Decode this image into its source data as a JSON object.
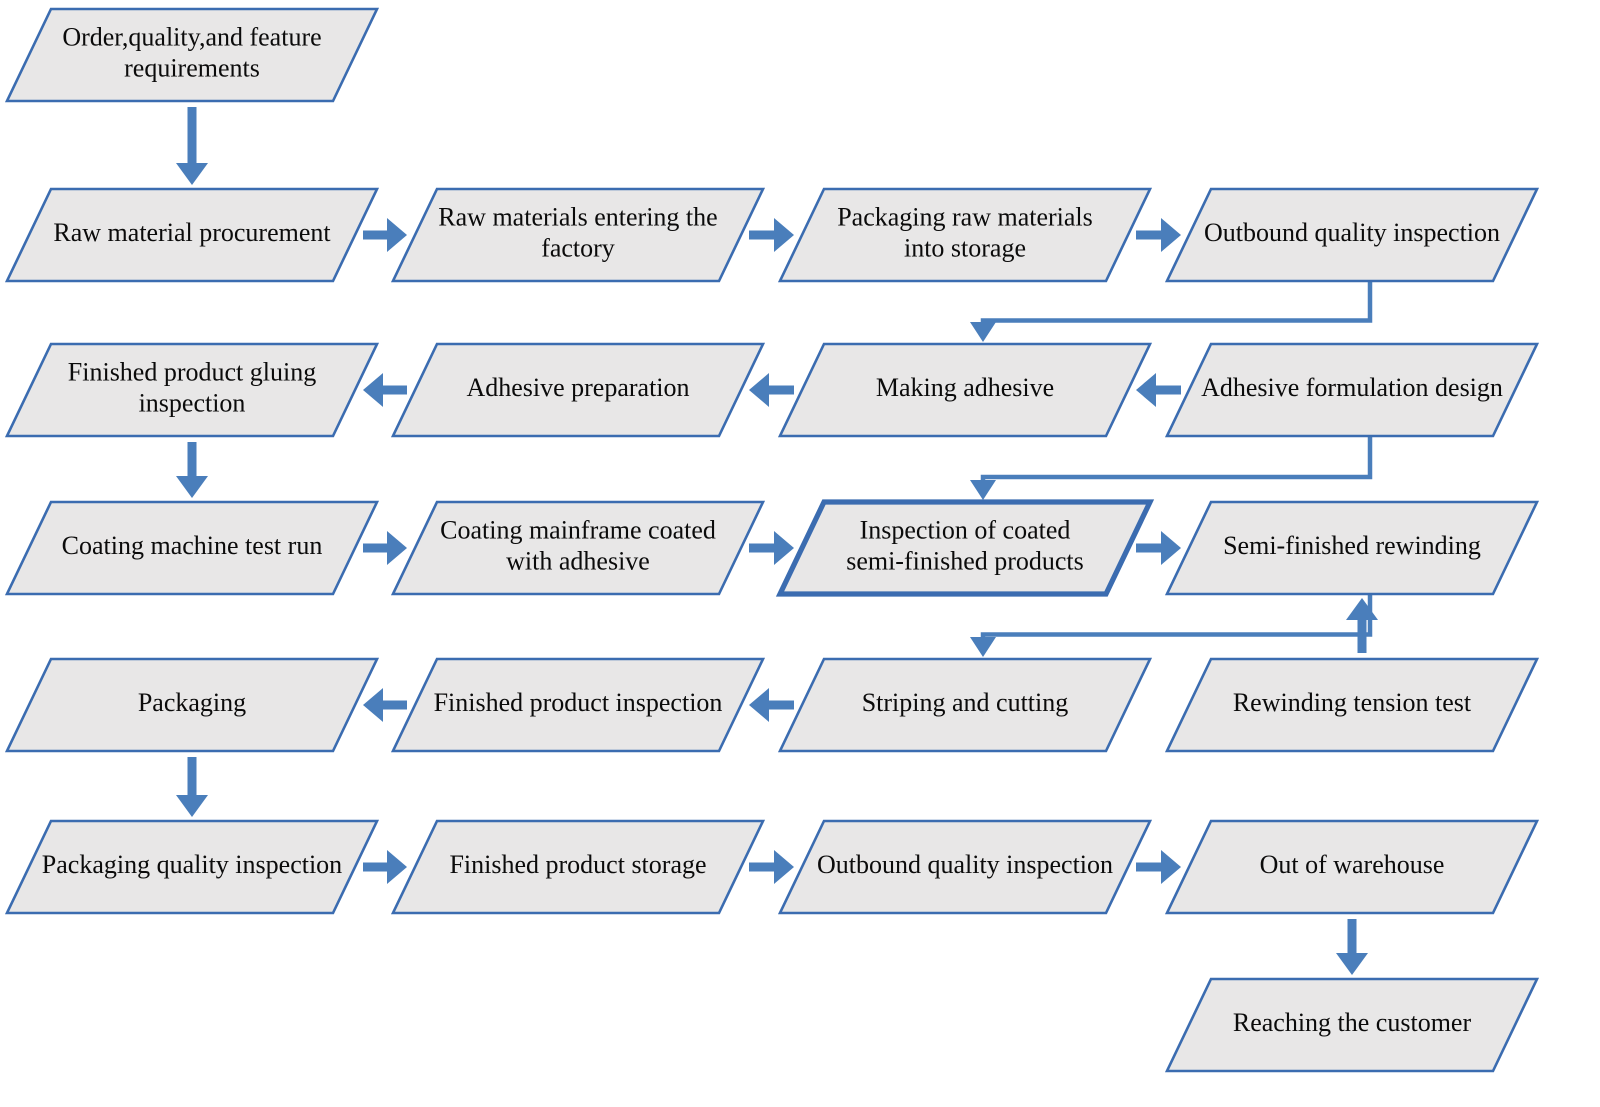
{
  "diagram": {
    "title": "Adhesive tape production process flowchart",
    "colors": {
      "node_fill": "#E8E7E7",
      "node_border": "#3B6CB0",
      "connector": "#4A7EBB",
      "text": "#0b0b0b",
      "background": "#FFFFFF"
    },
    "shape_type": "parallelogram",
    "nodes": [
      {
        "id": "n1",
        "label": "Order,quality,and feature requirements",
        "lines": [
          "Order,quality,and feature",
          "requirements"
        ],
        "row": 1,
        "col": 1,
        "emphasis": false
      },
      {
        "id": "n2",
        "label": "Raw material procurement",
        "lines": [
          "Raw material procurement"
        ],
        "row": 2,
        "col": 1,
        "emphasis": false
      },
      {
        "id": "n3",
        "label": "Raw materials entering the factory",
        "lines": [
          "Raw materials entering the",
          "factory"
        ],
        "row": 2,
        "col": 2,
        "emphasis": false
      },
      {
        "id": "n4",
        "label": "Packaging raw materials into storage",
        "lines": [
          "Packaging raw materials",
          "into storage"
        ],
        "row": 2,
        "col": 3,
        "emphasis": false
      },
      {
        "id": "n5",
        "label": "Outbound quality inspection",
        "lines": [
          "Outbound quality inspection"
        ],
        "row": 2,
        "col": 4,
        "emphasis": false
      },
      {
        "id": "n6",
        "label": "Finished product gluing inspection",
        "lines": [
          "Finished product gluing",
          "inspection"
        ],
        "row": 3,
        "col": 1,
        "emphasis": false
      },
      {
        "id": "n7",
        "label": "Adhesive preparation",
        "lines": [
          "Adhesive preparation"
        ],
        "row": 3,
        "col": 2,
        "emphasis": false
      },
      {
        "id": "n8",
        "label": "Making adhesive",
        "lines": [
          "Making adhesive"
        ],
        "row": 3,
        "col": 3,
        "emphasis": false
      },
      {
        "id": "n9",
        "label": "Adhesive formulation design",
        "lines": [
          "Adhesive formulation design"
        ],
        "row": 3,
        "col": 4,
        "emphasis": false
      },
      {
        "id": "n10",
        "label": "Coating machine test run",
        "lines": [
          "Coating machine test run"
        ],
        "row": 4,
        "col": 1,
        "emphasis": false
      },
      {
        "id": "n11",
        "label": "Coating mainframe coated with adhesive",
        "lines": [
          "Coating mainframe coated",
          "with adhesive"
        ],
        "row": 4,
        "col": 2,
        "emphasis": false
      },
      {
        "id": "n12",
        "label": "Inspection of coated semi-finished products",
        "lines": [
          "Inspection of coated",
          "semi-finished products"
        ],
        "row": 4,
        "col": 3,
        "emphasis": true
      },
      {
        "id": "n13",
        "label": "Semi-finished rewinding",
        "lines": [
          "Semi-finished rewinding"
        ],
        "row": 4,
        "col": 4,
        "emphasis": false
      },
      {
        "id": "n14",
        "label": "Packaging",
        "lines": [
          "Packaging"
        ],
        "row": 5,
        "col": 1,
        "emphasis": false
      },
      {
        "id": "n15",
        "label": "Finished product inspection",
        "lines": [
          "Finished product inspection"
        ],
        "row": 5,
        "col": 2,
        "emphasis": false
      },
      {
        "id": "n16",
        "label": "Striping and cutting",
        "lines": [
          "Striping and cutting"
        ],
        "row": 5,
        "col": 3,
        "emphasis": false
      },
      {
        "id": "n17",
        "label": "Rewinding tension test",
        "lines": [
          "Rewinding tension test"
        ],
        "row": 5,
        "col": 4,
        "emphasis": false
      },
      {
        "id": "n18",
        "label": "Packaging quality inspection",
        "lines": [
          "Packaging quality inspection"
        ],
        "row": 6,
        "col": 1,
        "emphasis": false
      },
      {
        "id": "n19",
        "label": "Finished product storage",
        "lines": [
          "Finished product storage"
        ],
        "row": 6,
        "col": 2,
        "emphasis": false
      },
      {
        "id": "n20",
        "label": "Outbound quality inspection",
        "lines": [
          "Outbound quality inspection"
        ],
        "row": 6,
        "col": 3,
        "emphasis": false
      },
      {
        "id": "n21",
        "label": "Out of warehouse",
        "lines": [
          "Out of warehouse"
        ],
        "row": 6,
        "col": 4,
        "emphasis": false
      },
      {
        "id": "n22",
        "label": "Reaching the customer",
        "lines": [
          "Reaching the customer"
        ],
        "row": 7,
        "col": 4,
        "emphasis": false
      }
    ],
    "edges": [
      {
        "from": "n1",
        "to": "n2",
        "kind": "vertical-down"
      },
      {
        "from": "n2",
        "to": "n3",
        "kind": "horizontal-right"
      },
      {
        "from": "n3",
        "to": "n4",
        "kind": "horizontal-right"
      },
      {
        "from": "n4",
        "to": "n5",
        "kind": "horizontal-right"
      },
      {
        "from": "n5",
        "to": "n8",
        "kind": "elbow-down-left"
      },
      {
        "from": "n9",
        "to": "n8",
        "kind": "horizontal-left"
      },
      {
        "from": "n8",
        "to": "n7",
        "kind": "horizontal-left"
      },
      {
        "from": "n7",
        "to": "n6",
        "kind": "horizontal-left"
      },
      {
        "from": "n6",
        "to": "n10",
        "kind": "vertical-down"
      },
      {
        "from": "n9",
        "to": "n12",
        "kind": "elbow-down-left"
      },
      {
        "from": "n10",
        "to": "n11",
        "kind": "horizontal-right"
      },
      {
        "from": "n11",
        "to": "n12",
        "kind": "horizontal-right"
      },
      {
        "from": "n12",
        "to": "n13",
        "kind": "horizontal-right"
      },
      {
        "from": "n13",
        "to": "n16",
        "kind": "elbow-down-left"
      },
      {
        "from": "n17",
        "to": "n13",
        "kind": "vertical-up"
      },
      {
        "from": "n16",
        "to": "n15",
        "kind": "horizontal-left"
      },
      {
        "from": "n15",
        "to": "n14",
        "kind": "horizontal-left"
      },
      {
        "from": "n14",
        "to": "n18",
        "kind": "vertical-down"
      },
      {
        "from": "n18",
        "to": "n19",
        "kind": "horizontal-right"
      },
      {
        "from": "n19",
        "to": "n20",
        "kind": "horizontal-right"
      },
      {
        "from": "n20",
        "to": "n21",
        "kind": "horizontal-right"
      },
      {
        "from": "n21",
        "to": "n22",
        "kind": "vertical-down"
      }
    ]
  }
}
